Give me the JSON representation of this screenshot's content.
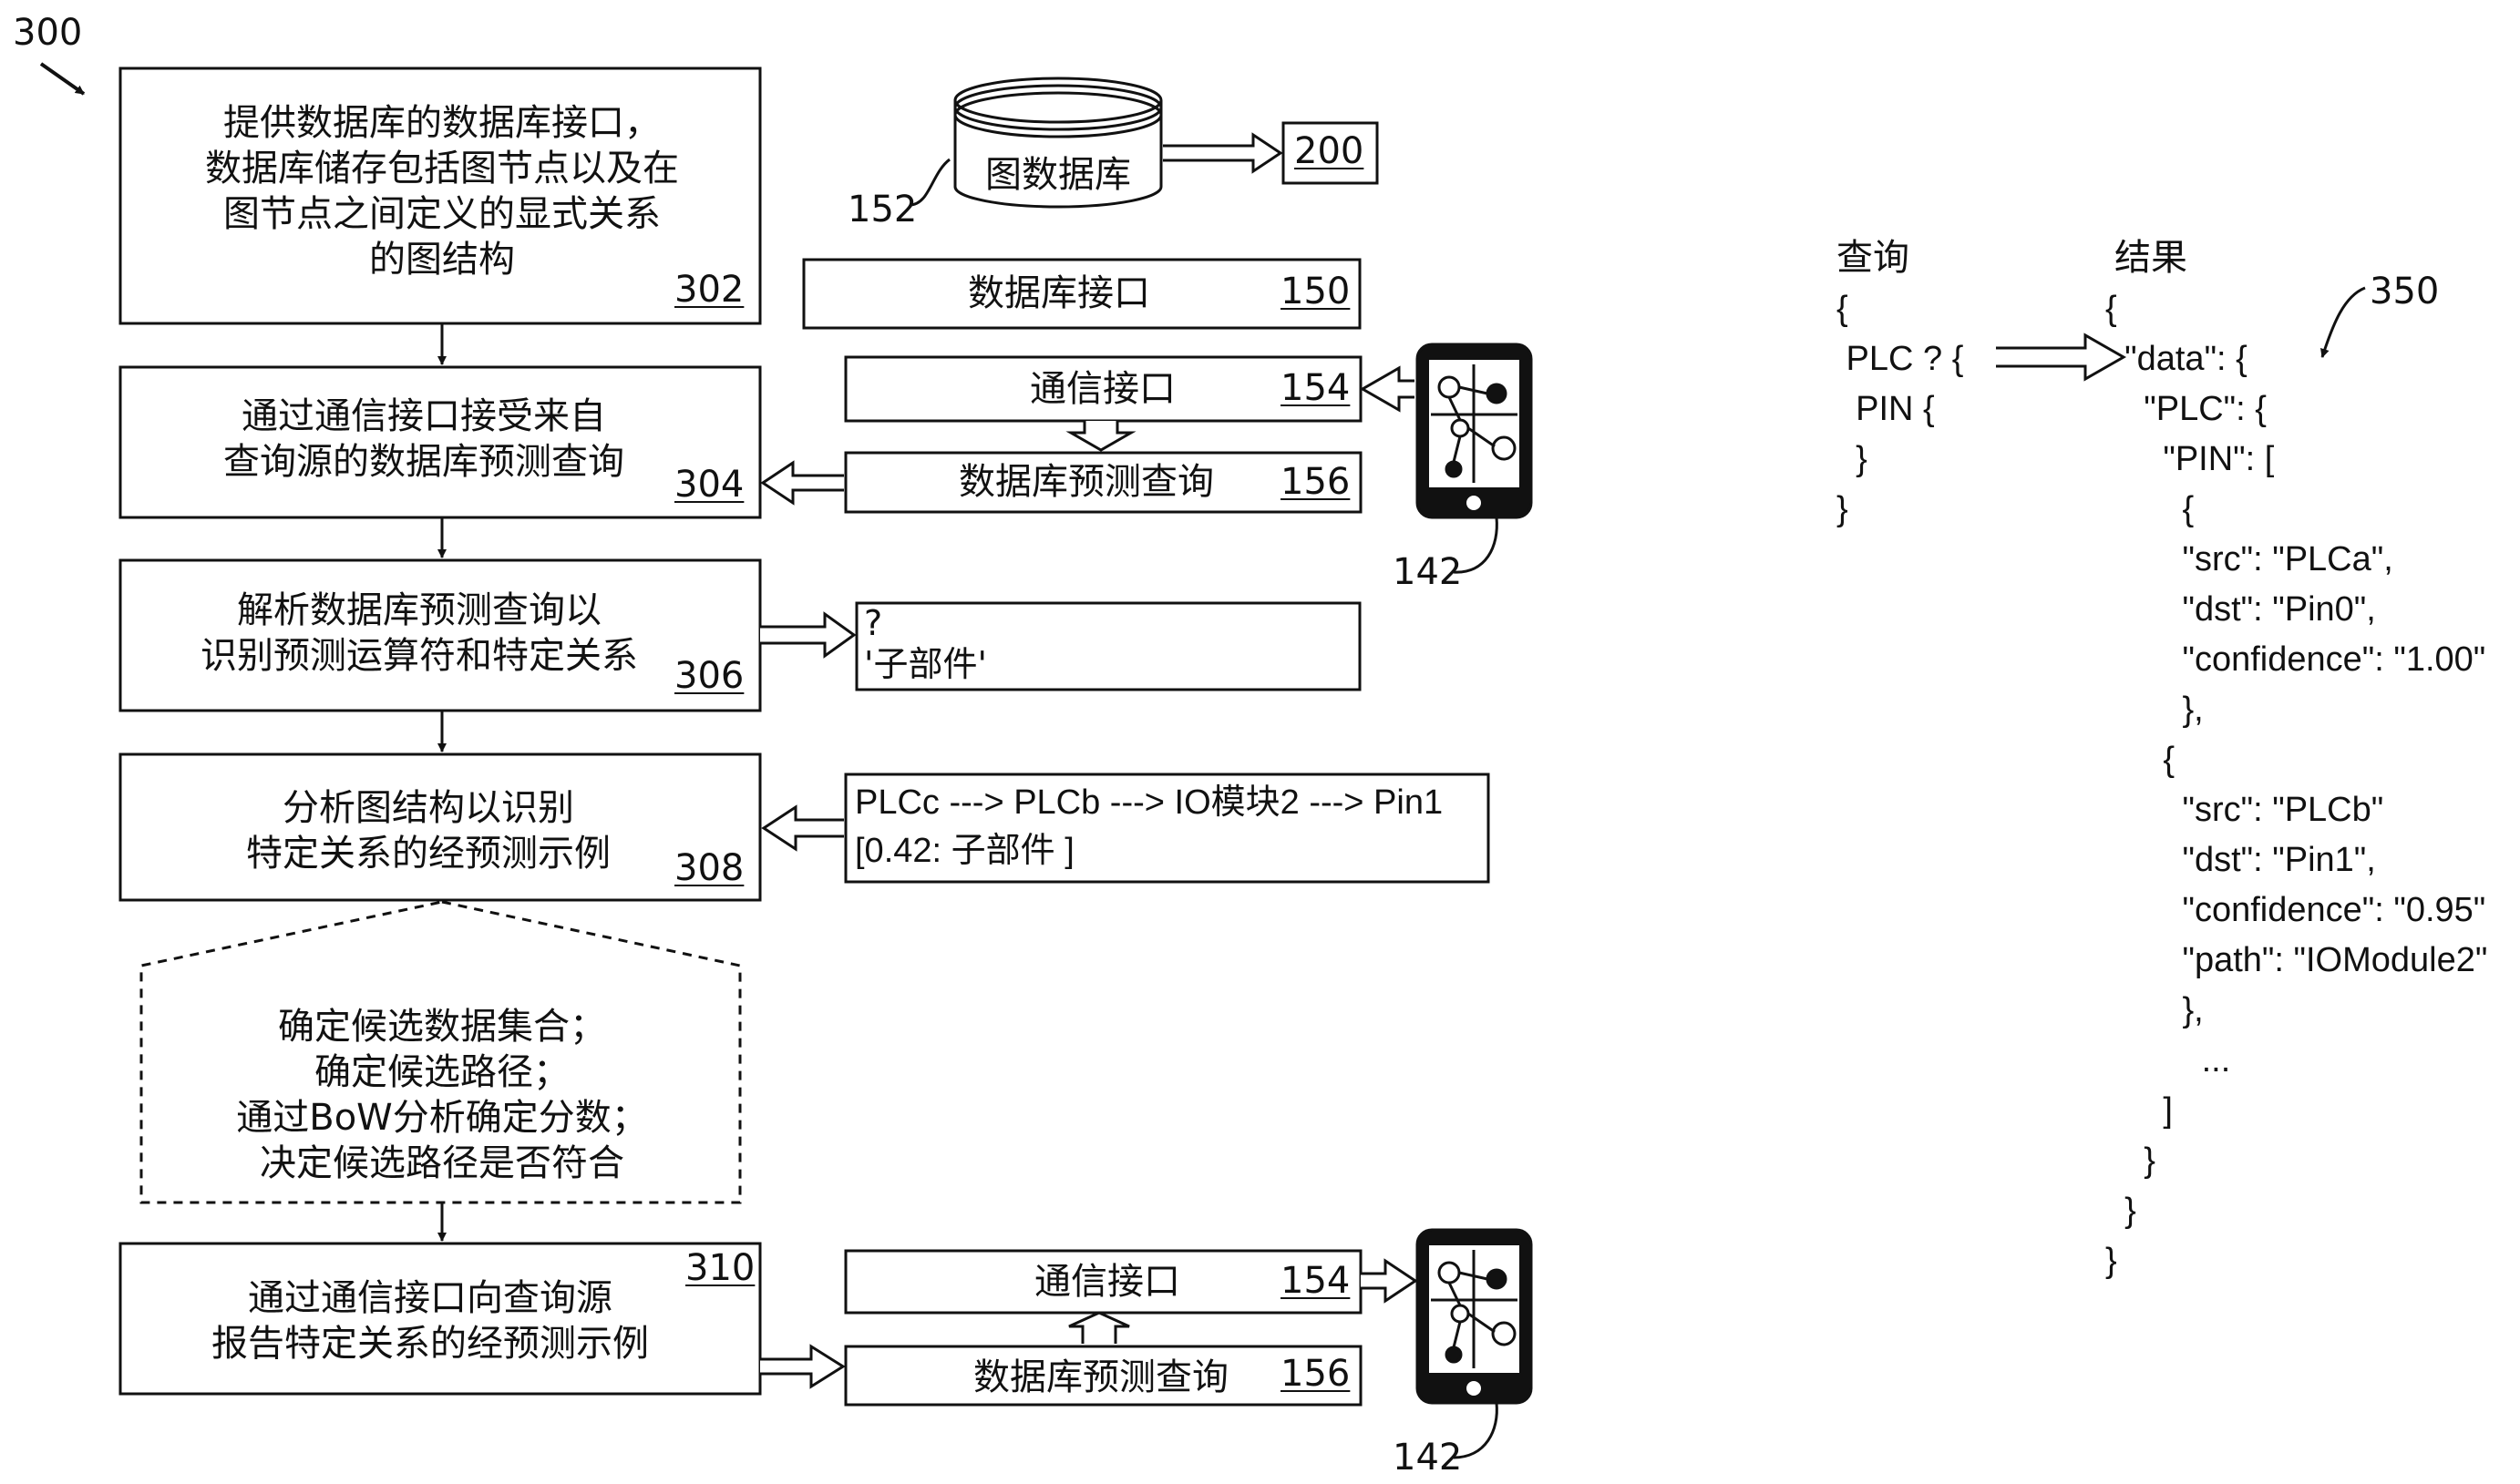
{
  "figure_label": "300",
  "steps": [
    {
      "id": "302",
      "text": "提供数据库的数据库接口，\n数据库储存包括图节点以及在\n图节点之间定义的显式关系\n的图结构"
    },
    {
      "id": "304",
      "text": "通过通信接口接受来自\n查询源的数据库预测查询"
    },
    {
      "id": "306",
      "text": "解析数据库预测查询以\n识别预测运算符和特定关系"
    },
    {
      "id": "308",
      "text": "分析图结构以识别\n特定关系的经预测示例"
    },
    {
      "id": "310",
      "text": "通过通信接口向查询源\n报告特定关系的经预测示例"
    }
  ],
  "detail": {
    "text": "确定候选数据集合；\n确定候选路径；\n通过BoW分析确定分数；\n决定候选路径是否符合"
  },
  "graph_db": {
    "label": "图数据库",
    "ref": "152"
  },
  "ref_200": "200",
  "db_interface": {
    "label": "数据库接口",
    "ref": "150"
  },
  "comm_top": {
    "label": "通信接口",
    "ref": "154"
  },
  "query_top": {
    "label": "数据库预测查询",
    "ref": "156"
  },
  "parse_result": {
    "line1": "?",
    "line2": "'子部件'"
  },
  "path_result": {
    "line1": "PLCc ---> PLCb ---> IO模块2 ---> Pin1",
    "line2": "[0.42: 子部件 ]"
  },
  "comm_bottom": {
    "label": "通信接口",
    "ref": "154"
  },
  "query_bottom": {
    "label": "数据库预测查询",
    "ref": "156"
  },
  "device_ref": "142",
  "query_panel": {
    "heading": "查询",
    "lines": [
      "{",
      " PLC ? {",
      "  PIN {",
      "  }",
      "}"
    ]
  },
  "result_panel": {
    "heading": "结果",
    "ref": "350",
    "lines": [
      "{",
      "  \"data\": {",
      "    \"PLC\": {",
      "      \"PIN\": [",
      "        {",
      "        \"src\": \"PLCa\",",
      "        \"dst\": \"Pin0\",",
      "        \"confidence\": \"1.00\"",
      "        },",
      "      {",
      "        \"src\": \"PLCb\"",
      "        \"dst\": \"Pin1\",",
      "        \"confidence\": \"0.95\"",
      "        \"path\": \"IOModule2\"",
      "        },",
      "          ...",
      "      ]",
      "    }",
      "  }",
      "}"
    ]
  }
}
